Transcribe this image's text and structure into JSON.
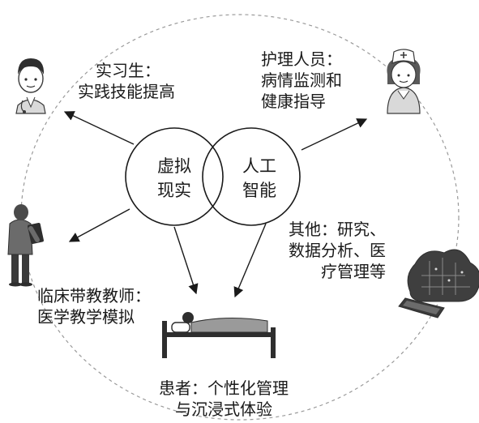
{
  "venn": {
    "left": {
      "line1": "虚拟",
      "line2": "现实"
    },
    "right": {
      "line1": "人工",
      "line2": "智能"
    }
  },
  "nodes": {
    "intern": {
      "line1": "实习生：",
      "line2": "实践技能提高",
      "icon": "doctor-icon"
    },
    "nurse": {
      "line1": "护理人员：",
      "line2": "病情监测和",
      "line3": "健康指导",
      "icon": "nurse-icon"
    },
    "teacher": {
      "line1": "临床带教教师：",
      "line2": "医学教学模拟",
      "icon": "teacher-icon"
    },
    "other": {
      "line1": "其他：研究、",
      "line2": "数据分析、医",
      "line3": "疗管理等",
      "icon": "cloud-server-icon"
    },
    "patient": {
      "line1": "患者：个性化管理",
      "line2": "与沉浸式体验",
      "icon": "hospital-bed-icon"
    }
  },
  "colors": {
    "stroke": "#1a1a1a",
    "dashed_circle": "#9a9a9a",
    "icon_dark": "#3a3a3a",
    "icon_mid": "#6b6b6b",
    "icon_light": "#d9d9d9"
  }
}
